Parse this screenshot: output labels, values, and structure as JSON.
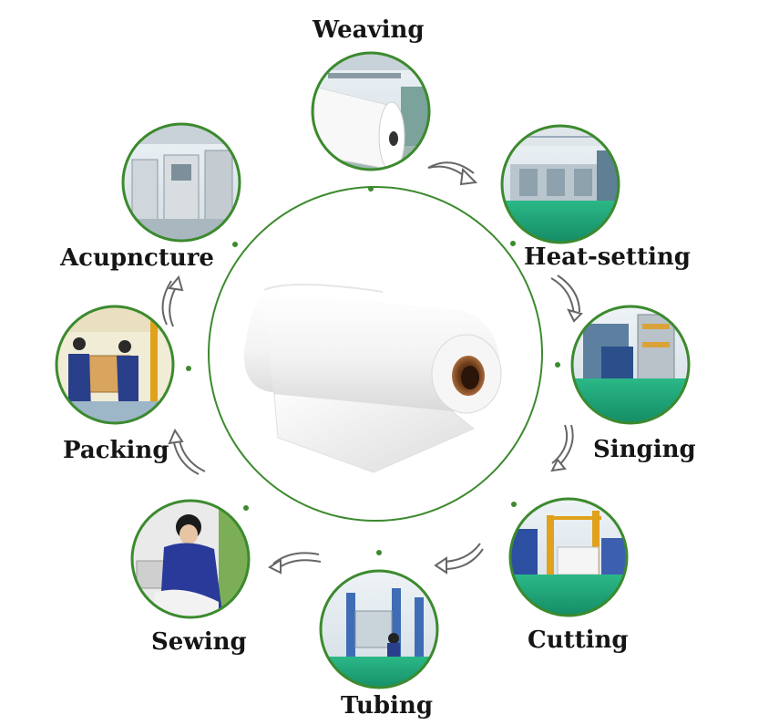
{
  "diagram": {
    "center_item": "nonwoven-fabric-roll",
    "steps": [
      {
        "id": "weaving",
        "label": "Weaving"
      },
      {
        "id": "heat-setting",
        "label": "Heat-setting"
      },
      {
        "id": "singing",
        "label": "Singing"
      },
      {
        "id": "cutting",
        "label": "Cutting"
      },
      {
        "id": "tubing",
        "label": "Tubing"
      },
      {
        "id": "sewing",
        "label": "Sewing"
      },
      {
        "id": "packing",
        "label": "Packing"
      },
      {
        "id": "acupncture",
        "label": "Acupncture"
      }
    ]
  },
  "colors": {
    "ring": "#3c8a2e",
    "circle_border": "#3c8a2e",
    "dot": "#3c8a2e",
    "factory_floor": "#1aa37a",
    "factory_wall": "#dfe8ee",
    "workwear": "#27408b",
    "arrow": "#666666",
    "label_text": "#151515"
  }
}
